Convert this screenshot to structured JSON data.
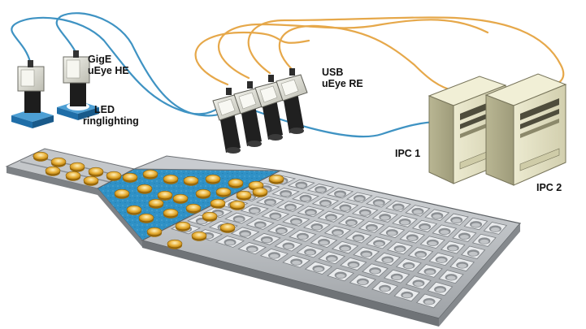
{
  "labels": {
    "gige_line1": "GigE",
    "gige_line2": "uEye HE",
    "led_line1": "LED",
    "led_line2": "ringlighting",
    "usb_line1": "USB",
    "usb_line2": "uEye RE",
    "ipc1": "IPC 1",
    "ipc2": "IPC 2"
  },
  "colors": {
    "cable_blue": "#3f93c3",
    "cable_orange": "#e6a84a",
    "tray_gray": "#b9bcc0",
    "tray_dark": "#8e9296",
    "hopper_blue": "#2e8fc4",
    "part_gold": "#e4a72a",
    "pc_beige": "#e5e3c3",
    "camera_body": "#e7e7e0",
    "lens_black": "#202020",
    "led_blue": "#1f6ea8"
  },
  "icons": {
    "gige_cameras": "industrial-camera-icon",
    "led_ring": "ring-light-icon",
    "usb_cameras": "usb-camera-icon",
    "pc": "tower-pc-icon"
  },
  "feeder": {
    "grid_rows": 7,
    "grid_cols": 12
  }
}
